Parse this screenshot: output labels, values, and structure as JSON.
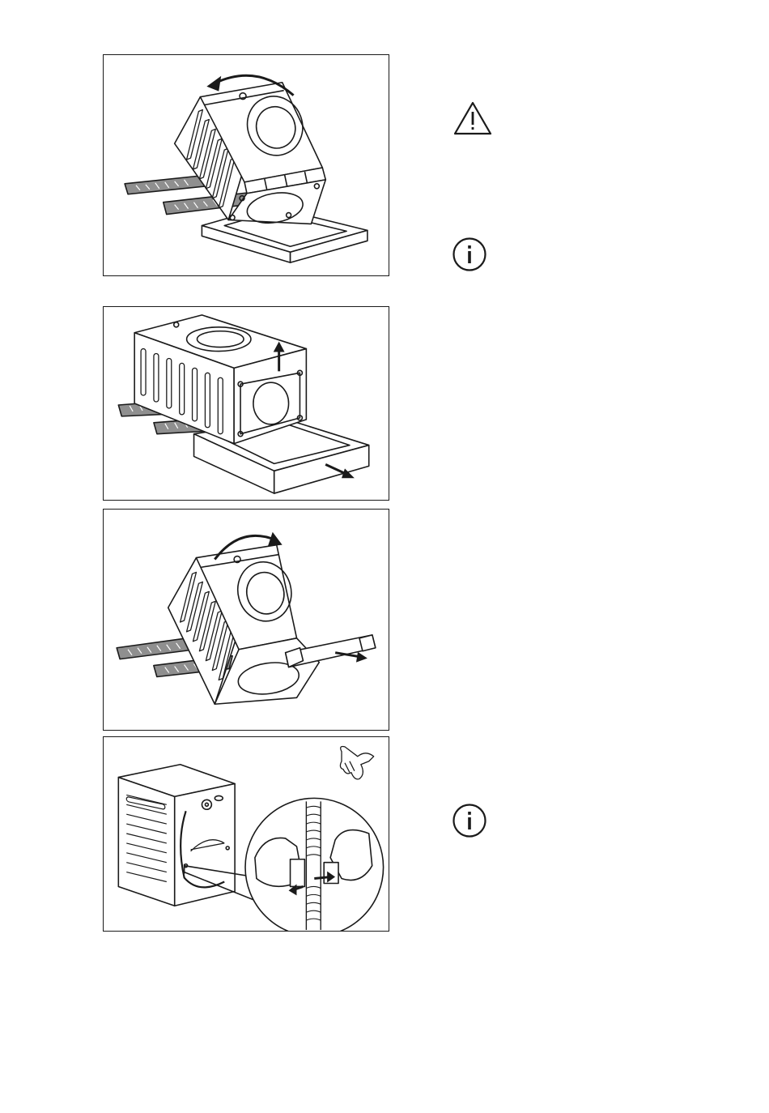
{
  "page": {
    "background": "#ffffff",
    "line_color": "#1a1a1a",
    "tread_fill": "#8f8f8f"
  },
  "figures": [
    {
      "id": "fig1",
      "icon": "washer-tilt-back-illustration"
    },
    {
      "id": "fig2",
      "icon": "remove-base-illustration"
    },
    {
      "id": "fig3",
      "icon": "remove-front-bar-illustration"
    },
    {
      "id": "fig4",
      "icon": "remove-rear-bracket-illustration",
      "extra_icon": "glove-icon"
    }
  ],
  "side_notes": [
    {
      "id": "warn-1",
      "icon": "warning-icon"
    },
    {
      "id": "info-1",
      "icon": "info-icon"
    },
    {
      "id": "info-2",
      "icon": "info-icon"
    }
  ]
}
